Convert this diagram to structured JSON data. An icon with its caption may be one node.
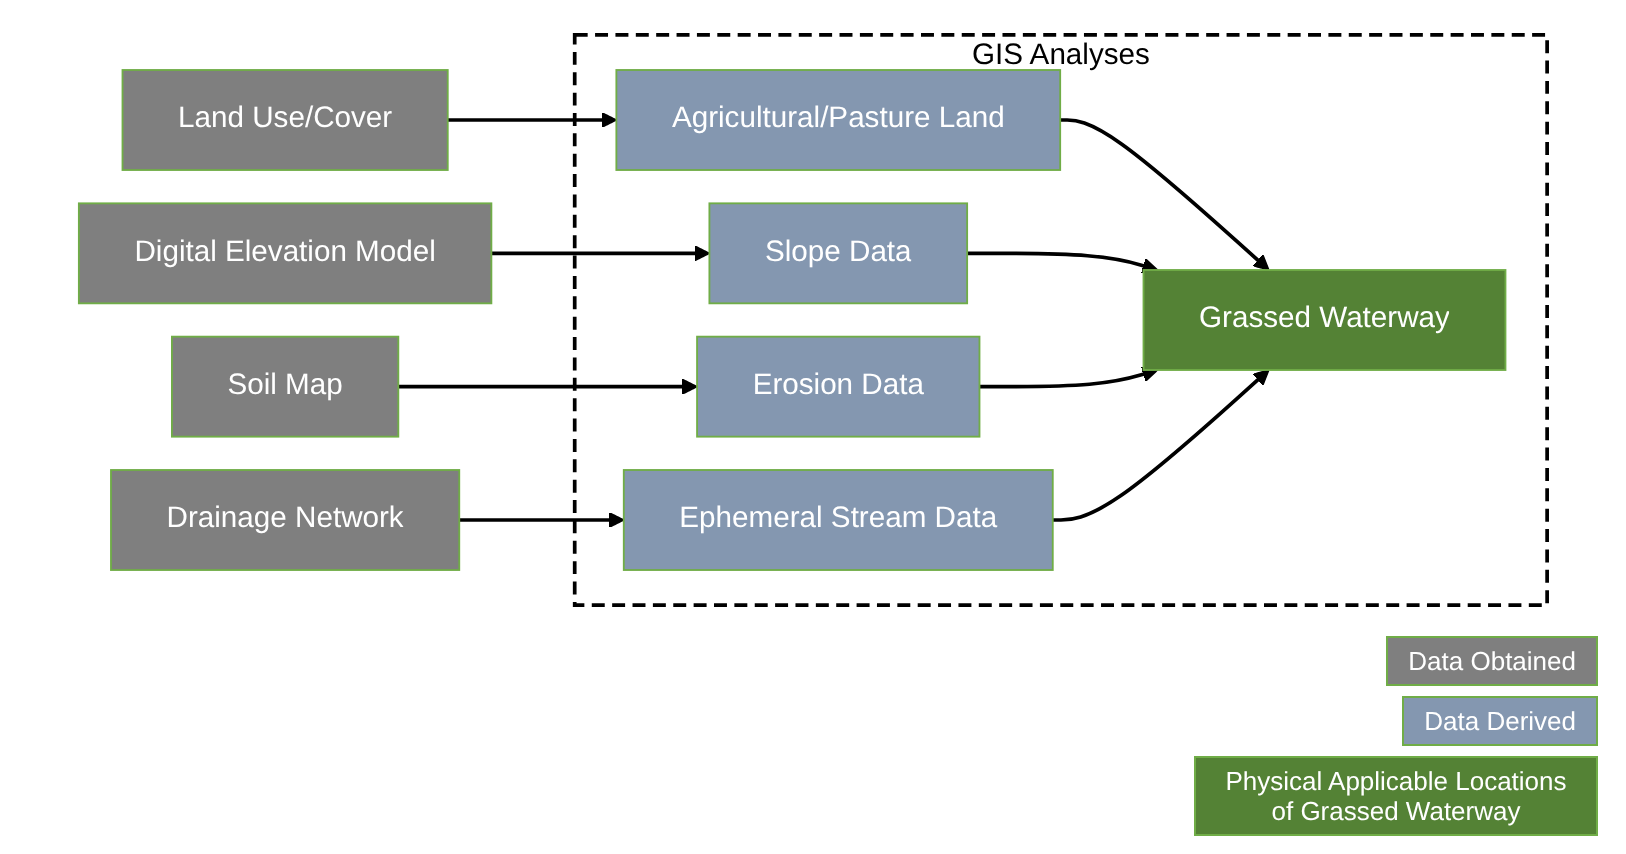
{
  "diagram": {
    "nodes": [
      {
        "text": [
          "GIS Analyses"
        ]
      },
      {
        "text": [
          "Land Use/Cover"
        ]
      },
      {
        "text": [
          "Digital Elevation Model"
        ]
      },
      {
        "text": [
          "Soil Map"
        ]
      },
      {
        "text": [
          "Drainage Network"
        ]
      },
      {
        "text": [
          "Agricultural/Pasture Land"
        ],
        "in": 0
      },
      {
        "text": [
          "Slope Data"
        ],
        "in": 0
      },
      {
        "text": [
          "Erosion Data"
        ],
        "in": 0
      },
      {
        "text": [
          "Ephemeral Stream Data"
        ],
        "in": 0
      },
      {
        "text": [
          "Grassed Waterway"
        ],
        "in": 0
      }
    ],
    "edges": [
      {
        "from": 1,
        "to": 5,
        "arrow": "to"
      },
      {
        "from": 2,
        "to": 6,
        "arrow": "to"
      },
      {
        "from": 3,
        "to": 7,
        "arrow": "to"
      },
      {
        "from": 4,
        "to": 8,
        "arrow": "to"
      },
      {
        "from": 5,
        "to": 9,
        "arrow": "to"
      },
      {
        "from": 6,
        "to": 9,
        "arrow": "to"
      },
      {
        "from": 7,
        "to": 9,
        "arrow": "to"
      },
      {
        "from": 8,
        "to": 9,
        "arrow": "to"
      }
    ],
    "legend": [
      {
        "text": "Data Obtained",
        "color": "#7f7f7f"
      },
      {
        "text": "Data Derived",
        "color": "#8497b0"
      },
      {
        "text": "Physical Applicable Locations of Grassed Waterway",
        "color": "#548235"
      }
    ]
  }
}
